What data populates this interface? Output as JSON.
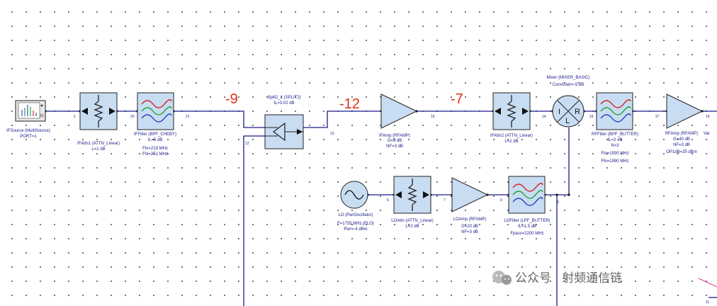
{
  "annotations": [
    "-9",
    "-12",
    "-7"
  ],
  "blocks": {
    "ifsource": {
      "title": "IFSource (MultiSource)",
      "params": [
        "PORT=1"
      ]
    },
    "ifattn1": {
      "title": "IFAttn1 (ATTN_Linear)",
      "params": [
        "L=1 dB"
      ]
    },
    "iffilter": {
      "title": "IFFilter (BPF_CHEBY)",
      "params": [
        "IL=5 dB",
        "Flo=219 MHz",
        "Fhi=251 MHz"
      ]
    },
    "split2": {
      "title": "Split2_1 (SPLIT2)",
      "params": [
        "IL=3.02 dB"
      ]
    },
    "ifamp": {
      "title": "IFAmp (RFAMP)",
      "params": [
        "G=5 dB",
        "NF=3 dB"
      ]
    },
    "ifattn2": {
      "title": "IFAttn2 (ATTN_Linear)",
      "params": [
        "L=2 dB"
      ]
    },
    "mixer": {
      "title": "Mixer (MIXER_BASIC)",
      "params": [
        "ConvGain=-5 dB"
      ],
      "ports": [
        "I",
        "R",
        "L"
      ]
    },
    "rffilter": {
      "title": "RFFilter (BPF_BUTTER)",
      "params": [
        "IL=2 dB",
        "N=3",
        "Flo=1930 MHz",
        "Fhi=1990 MHz"
      ]
    },
    "rfamp": {
      "title": "RFAmp (RFAMP)",
      "params": [
        "G=40 dB",
        "NF=3 dB",
        "OP1dB=25 dBm"
      ]
    },
    "var": {
      "title": "Var"
    },
    "lo": {
      "title": "LO (PwrOscillator)",
      "params": [
        "F=1735 MHz,{FLO}",
        "Pwr=-4 dBm"
      ]
    },
    "loattn": {
      "title": "LOAttn (ATTN_Linear)",
      "params": [
        "L=2 dB"
      ]
    },
    "loamp": {
      "title": "LOAmp (RFAMP)",
      "params": [
        "G=20 dB",
        "NF=3 dB"
      ]
    },
    "lofilter": {
      "title": "LOFilter (LPF_BUTTER)",
      "params": [
        "IL=1.5 dB",
        "Fpass=2200 MHz"
      ]
    }
  },
  "node_labels": [
    "1",
    "20",
    "21",
    "12",
    "13",
    "15",
    "14",
    "16",
    "27",
    "19",
    "8",
    "6",
    "7",
    "9",
    "11"
  ],
  "watermark": {
    "text": "公众号 · 射频通信链",
    "icon": "wechat-icon"
  },
  "colors": {
    "wire": "#1a1a8c",
    "block_fill": "#c8dcf2",
    "annotation": "#e03010",
    "watermark_line": "#d63a9a"
  }
}
